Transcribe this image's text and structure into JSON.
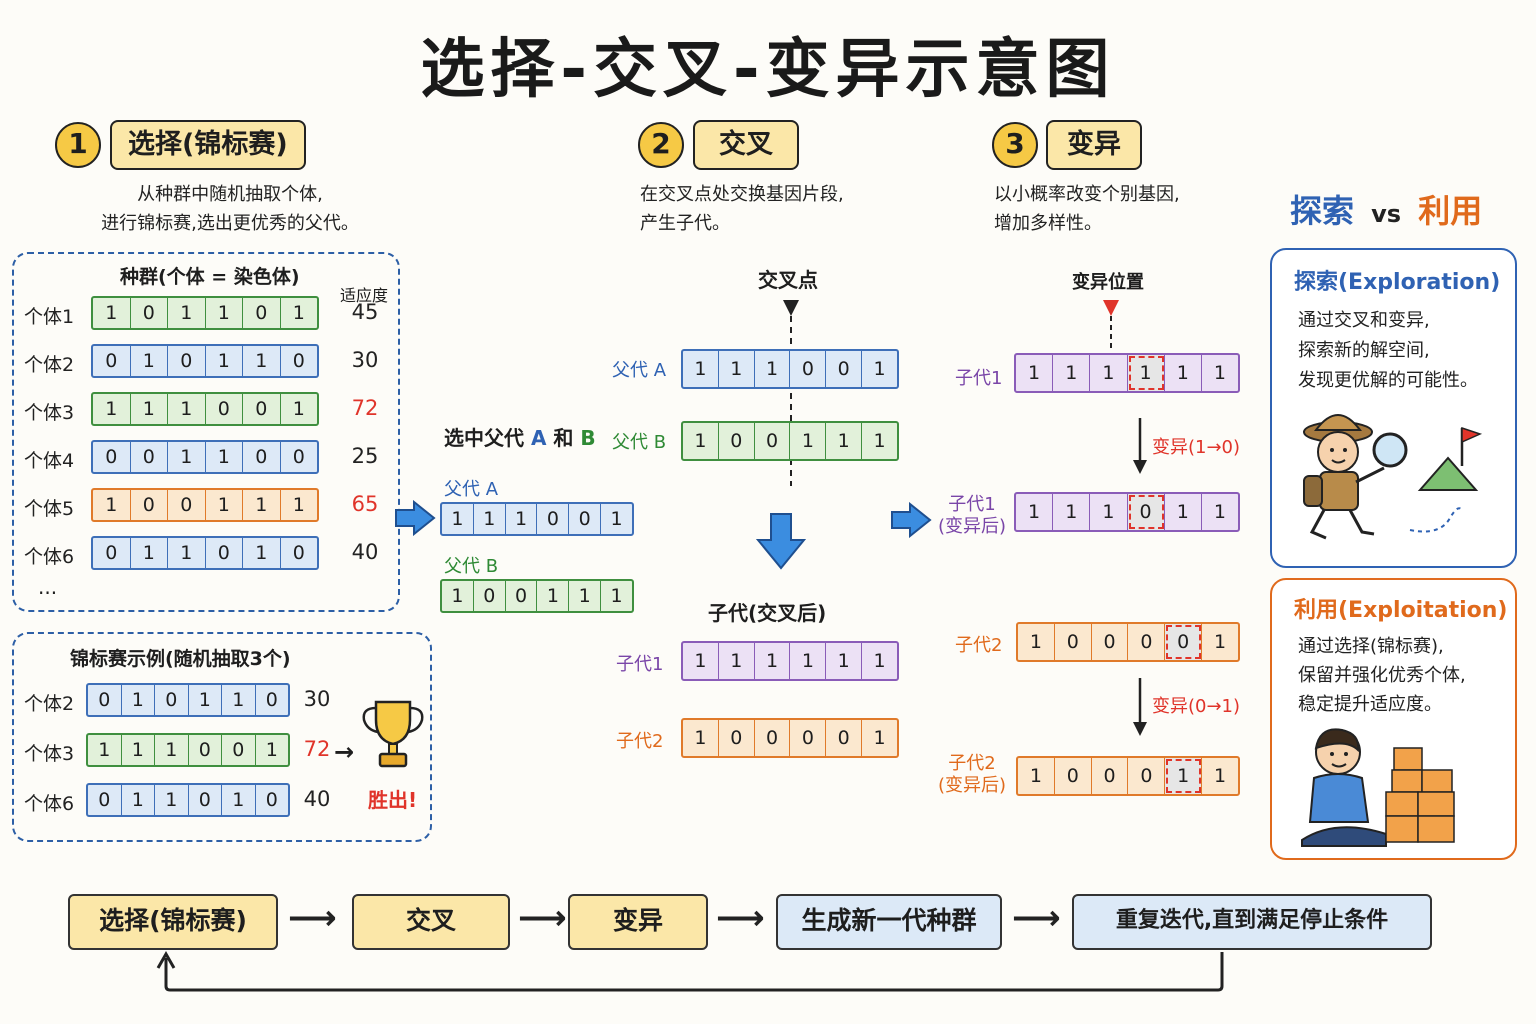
{
  "title": "选择-交叉-变异示意图",
  "steps": [
    {
      "num": "1",
      "label": "选择(锦标赛)",
      "desc1": "从种群中随机抽取个体,",
      "desc2": "进行锦标赛,选出更优秀的父代。"
    },
    {
      "num": "2",
      "label": "交叉",
      "desc1": "在交叉点处交换基因片段,",
      "desc2": "产生子代。"
    },
    {
      "num": "3",
      "label": "变异",
      "desc1": "以小概率改变个别基因,",
      "desc2": "增加多样性。"
    }
  ],
  "population": {
    "title": "种群(个体 = 染色体)",
    "fitness_header": "适应度",
    "rows": [
      {
        "label": "个体1",
        "genes": [
          "1",
          "0",
          "1",
          "1",
          "0",
          "1"
        ],
        "fitness": "45",
        "color": "green",
        "highlight": false
      },
      {
        "label": "个体2",
        "genes": [
          "0",
          "1",
          "0",
          "1",
          "1",
          "0"
        ],
        "fitness": "30",
        "color": "blue",
        "highlight": false
      },
      {
        "label": "个体3",
        "genes": [
          "1",
          "1",
          "1",
          "0",
          "0",
          "1"
        ],
        "fitness": "72",
        "color": "green",
        "highlight": true
      },
      {
        "label": "个体4",
        "genes": [
          "0",
          "0",
          "1",
          "1",
          "0",
          "0"
        ],
        "fitness": "25",
        "color": "blue",
        "highlight": false
      },
      {
        "label": "个体5",
        "genes": [
          "1",
          "0",
          "0",
          "1",
          "1",
          "1"
        ],
        "fitness": "65",
        "color": "orange",
        "highlight": true
      },
      {
        "label": "个体6",
        "genes": [
          "0",
          "1",
          "1",
          "0",
          "1",
          "0"
        ],
        "fitness": "40",
        "color": "blue",
        "highlight": false
      }
    ],
    "ellipsis": "..."
  },
  "tournament": {
    "title": "锦标赛示例(随机抽取3个)",
    "rows": [
      {
        "label": "个体2",
        "genes": [
          "0",
          "1",
          "0",
          "1",
          "1",
          "0"
        ],
        "fitness": "30",
        "color": "blue",
        "highlight": false
      },
      {
        "label": "个体3",
        "genes": [
          "1",
          "1",
          "1",
          "0",
          "0",
          "1"
        ],
        "fitness": "72",
        "color": "green",
        "highlight": true
      },
      {
        "label": "个体6",
        "genes": [
          "0",
          "1",
          "1",
          "0",
          "1",
          "0"
        ],
        "fitness": "40",
        "color": "blue",
        "highlight": false
      }
    ],
    "winner_label": "胜出!"
  },
  "selected": {
    "title_prefix": "选中父代 ",
    "a": "A",
    "and": " 和 ",
    "b": "B",
    "parent_a_label": "父代 A",
    "parent_a_genes": [
      "1",
      "1",
      "1",
      "0",
      "0",
      "1"
    ],
    "parent_b_label": "父代 B",
    "parent_b_genes": [
      "1",
      "0",
      "0",
      "1",
      "1",
      "1"
    ]
  },
  "crossover": {
    "point_label": "交叉点",
    "parent_a_label": "父代 A",
    "parent_a_genes": [
      "1",
      "1",
      "1",
      "0",
      "0",
      "1"
    ],
    "parent_b_label": "父代 B",
    "parent_b_genes": [
      "1",
      "0",
      "0",
      "1",
      "1",
      "1"
    ],
    "children_title": "子代(交叉后)",
    "child1_label": "子代1",
    "child1_genes": [
      "1",
      "1",
      "1",
      "1",
      "1",
      "1"
    ],
    "child2_label": "子代2",
    "child2_genes": [
      "1",
      "0",
      "0",
      "0",
      "0",
      "1"
    ]
  },
  "mutation": {
    "position_label": "变异位置",
    "child1_label": "子代1",
    "child1_genes": [
      "1",
      "1",
      "1",
      "1",
      "1",
      "1"
    ],
    "mut1_label": "变异(1→0)",
    "child1_after_label1": "子代1",
    "child1_after_label2": "(变异后)",
    "child1_after_genes": [
      "1",
      "1",
      "1",
      "0",
      "1",
      "1"
    ],
    "child2_label": "子代2",
    "child2_genes": [
      "1",
      "0",
      "0",
      "0",
      "0",
      "1"
    ],
    "mut2_label": "变异(0→1)",
    "child2_after_label1": "子代2",
    "child2_after_label2": "(变异后)",
    "child2_after_genes": [
      "1",
      "0",
      "0",
      "0",
      "1",
      "1"
    ]
  },
  "explore_exploit": {
    "heading_left": "探索",
    "heading_vs": "vs",
    "heading_right": "利用",
    "exploration": {
      "title": "探索(Exploration)",
      "lines": [
        "通过交叉和变异,",
        "探索新的解空间,",
        "发现更优解的可能性。"
      ]
    },
    "exploitation": {
      "title": "利用(Exploitation)",
      "lines": [
        "通过选择(锦标赛),",
        "保留并强化优秀个体,",
        "稳定提升适应度。"
      ]
    }
  },
  "flow": [
    "选择(锦标赛)",
    "交叉",
    "变异",
    "生成新一代种群",
    "重复迭代,直到满足停止条件"
  ],
  "colors": {
    "accent_yellow": "#f6c945",
    "blue": "#3e6fb8",
    "green": "#3f8f3f",
    "orange": "#e07a2a",
    "purple": "#8a5cb8",
    "red": "#e0342a"
  }
}
